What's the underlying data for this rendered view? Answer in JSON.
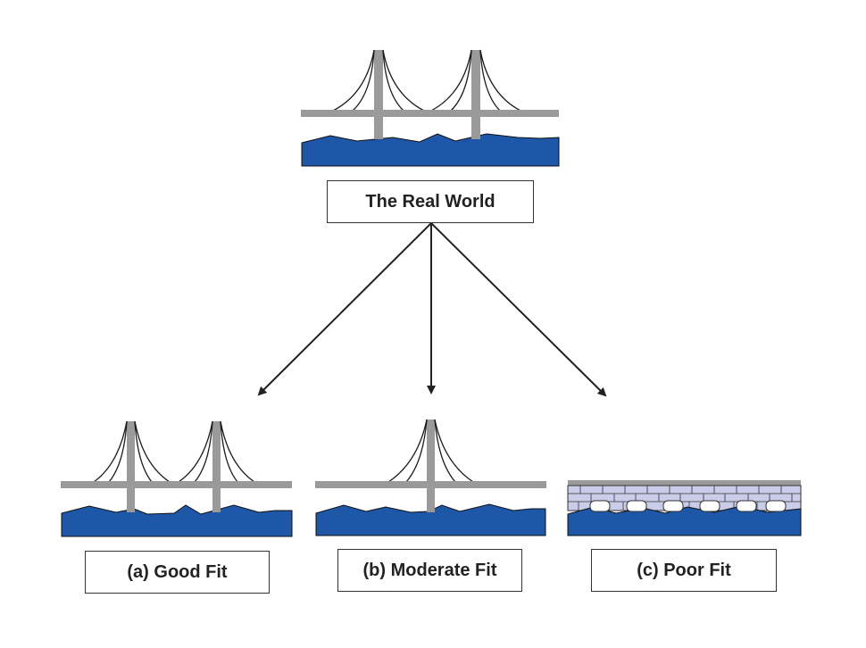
{
  "labels": {
    "top": "The Real World",
    "good": "(a) Good Fit",
    "moderate": "(b) Moderate Fit",
    "poor": "(c) Poor Fit"
  },
  "colors": {
    "water": "#1f57a8",
    "deck": "#9a9a9a",
    "cable": "#1a1a1a",
    "arrow": "#222222",
    "brick": "#c9cdea",
    "box_border": "#333333"
  },
  "icons": {
    "real": "suspension-bridge-two-towers",
    "good": "suspension-bridge-two-towers",
    "moderate": "suspension-bridge-one-tower",
    "poor": "stone-arch-bridge"
  }
}
